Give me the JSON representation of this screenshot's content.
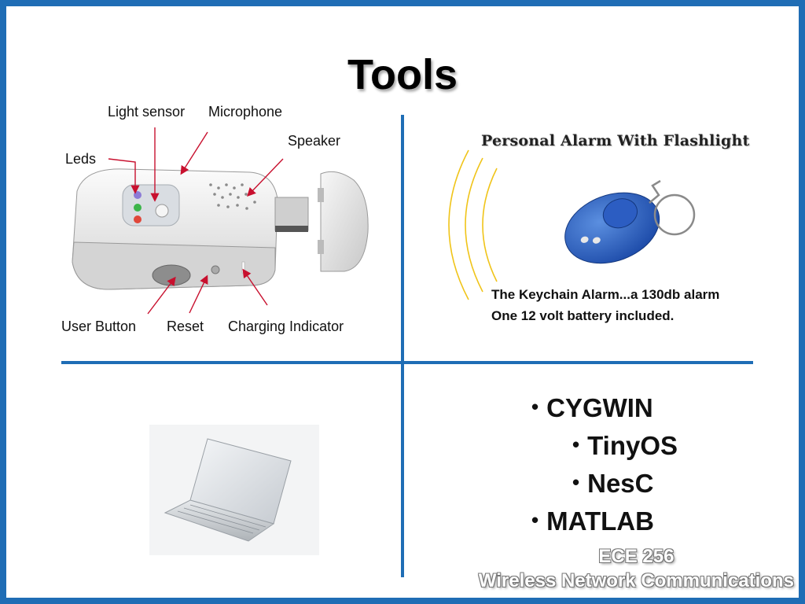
{
  "slide": {
    "title": "Tools",
    "colors": {
      "frame": "#1f6db5",
      "divider": "#1f6db5",
      "arrow": "#c8102e",
      "waves": "#f0c419"
    }
  },
  "device": {
    "labels": {
      "light_sensor": "Light sensor",
      "microphone": "Microphone",
      "speaker": "Speaker",
      "leds": "Leds",
      "user_button": "User Button",
      "reset": "Reset",
      "charging_indicator": "Charging Indicator"
    }
  },
  "alarm": {
    "title": "Personal Alarm With Flashlight",
    "desc_line1": "The Keychain Alarm...a 130db alarm",
    "desc_line2": "One 12 volt battery included."
  },
  "tools_list": [
    {
      "label": "CYGWIN"
    },
    {
      "label": "TinyOS"
    },
    {
      "label": "NesC"
    },
    {
      "label": "MATLAB"
    }
  ],
  "footer": {
    "course": "ECE 256",
    "course_name": "Wireless Network Communications"
  }
}
